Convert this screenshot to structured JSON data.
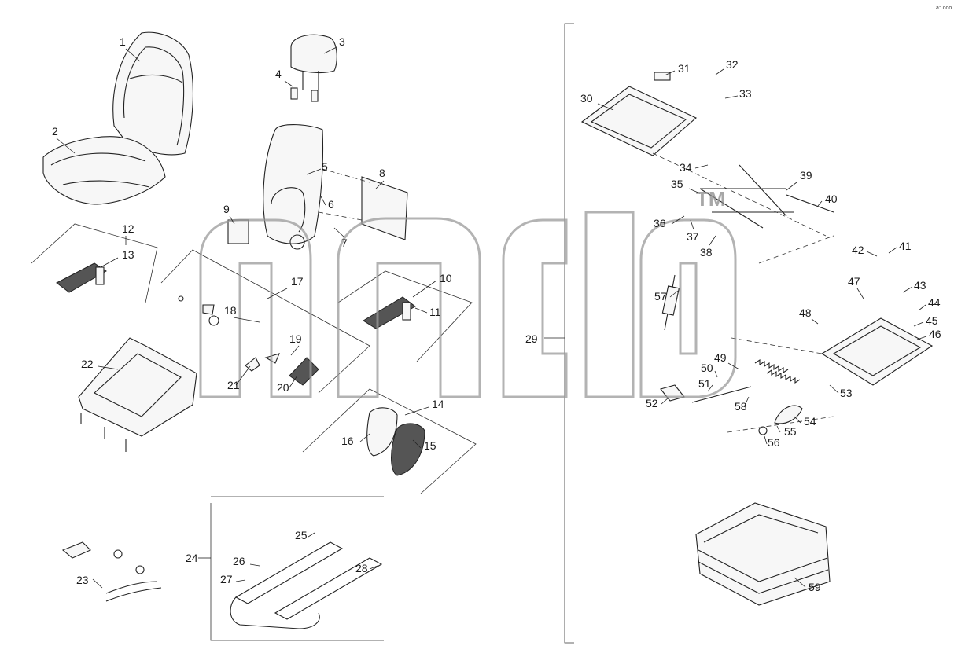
{
  "diagram": {
    "callouts": [
      {
        "id": "c1",
        "label": "1"
      },
      {
        "id": "c2",
        "label": "2"
      },
      {
        "id": "c3",
        "label": "3"
      },
      {
        "id": "c4",
        "label": "4"
      },
      {
        "id": "c5",
        "label": "5"
      },
      {
        "id": "c6",
        "label": "6"
      },
      {
        "id": "c7",
        "label": "7"
      },
      {
        "id": "c8",
        "label": "8"
      },
      {
        "id": "c9",
        "label": "9"
      },
      {
        "id": "c10",
        "label": "10"
      },
      {
        "id": "c11",
        "label": "11"
      },
      {
        "id": "c12",
        "label": "12"
      },
      {
        "id": "c13",
        "label": "13"
      },
      {
        "id": "c14",
        "label": "14"
      },
      {
        "id": "c15",
        "label": "15"
      },
      {
        "id": "c16",
        "label": "16"
      },
      {
        "id": "c17",
        "label": "17"
      },
      {
        "id": "c18",
        "label": "18"
      },
      {
        "id": "c19",
        "label": "19"
      },
      {
        "id": "c20",
        "label": "20"
      },
      {
        "id": "c21",
        "label": "21"
      },
      {
        "id": "c22",
        "label": "22"
      },
      {
        "id": "c23",
        "label": "23"
      },
      {
        "id": "c24",
        "label": "24"
      },
      {
        "id": "c25",
        "label": "25"
      },
      {
        "id": "c26",
        "label": "26"
      },
      {
        "id": "c27",
        "label": "27"
      },
      {
        "id": "c28",
        "label": "28"
      },
      {
        "id": "c29",
        "label": "29"
      },
      {
        "id": "c30",
        "label": "30"
      },
      {
        "id": "c31",
        "label": "31"
      },
      {
        "id": "c32",
        "label": "32"
      },
      {
        "id": "c33",
        "label": "33"
      },
      {
        "id": "c34",
        "label": "34"
      },
      {
        "id": "c35",
        "label": "35"
      },
      {
        "id": "c36",
        "label": "36"
      },
      {
        "id": "c37",
        "label": "37"
      },
      {
        "id": "c38",
        "label": "38"
      },
      {
        "id": "c39",
        "label": "39"
      },
      {
        "id": "c40",
        "label": "40"
      },
      {
        "id": "c41",
        "label": "41"
      },
      {
        "id": "c42",
        "label": "42"
      },
      {
        "id": "c43",
        "label": "43"
      },
      {
        "id": "c44",
        "label": "44"
      },
      {
        "id": "c45",
        "label": "45"
      },
      {
        "id": "c46",
        "label": "46"
      },
      {
        "id": "c47",
        "label": "47"
      },
      {
        "id": "c48",
        "label": "48"
      },
      {
        "id": "c49",
        "label": "49"
      },
      {
        "id": "c50",
        "label": "50"
      },
      {
        "id": "c51",
        "label": "51"
      },
      {
        "id": "c52",
        "label": "52"
      },
      {
        "id": "c53",
        "label": "53"
      },
      {
        "id": "c54",
        "label": "54"
      },
      {
        "id": "c55",
        "label": "55"
      },
      {
        "id": "c56",
        "label": "56"
      },
      {
        "id": "c57",
        "label": "57"
      },
      {
        "id": "c58",
        "label": "58"
      },
      {
        "id": "c59",
        "label": "59"
      }
    ],
    "watermark": {
      "text": "TM",
      "color": "#9a9a9a"
    },
    "corner_mark": "a° ooo"
  }
}
